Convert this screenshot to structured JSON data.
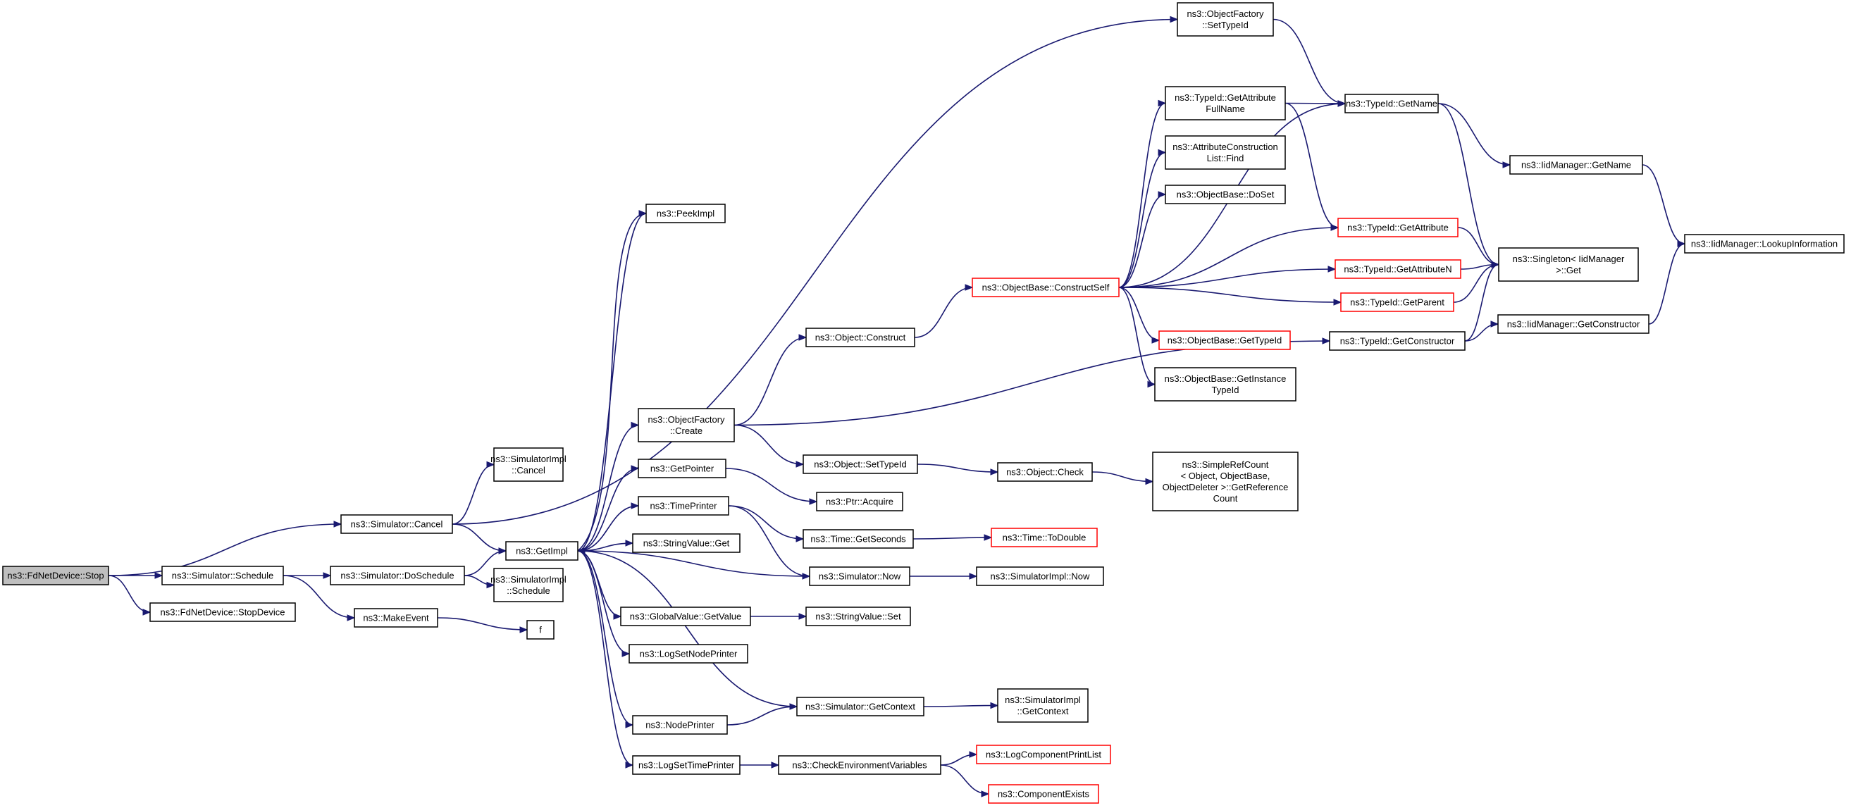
{
  "colors": {
    "edge": "#191970",
    "node_border": "#000000",
    "node_border_truncated": "#ff0000",
    "root_fill": "#bfbfbf"
  },
  "nodes": {
    "stop": {
      "lines": [
        "ns3::FdNetDevice::Stop"
      ],
      "style": "root"
    },
    "schedule": {
      "lines": [
        "ns3::Simulator::Schedule"
      ]
    },
    "stopdevice": {
      "lines": [
        "ns3::FdNetDevice::StopDevice"
      ]
    },
    "simcancel": {
      "lines": [
        "ns3::Simulator::Cancel"
      ]
    },
    "implcancel": {
      "lines": [
        "ns3::SimulatorImpl",
        "::Cancel"
      ]
    },
    "doschedule": {
      "lines": [
        "ns3::Simulator::DoSchedule"
      ]
    },
    "makeevent": {
      "lines": [
        "ns3::MakeEvent"
      ]
    },
    "implschedule": {
      "lines": [
        "ns3::SimulatorImpl",
        "::Schedule"
      ]
    },
    "f": {
      "lines": [
        "f"
      ]
    },
    "getimpl": {
      "lines": [
        "ns3::GetImpl"
      ]
    },
    "peekimpl": {
      "lines": [
        "ns3::PeekImpl"
      ]
    },
    "ofcreate": {
      "lines": [
        "ns3::ObjectFactory",
        "::Create"
      ]
    },
    "getpointer": {
      "lines": [
        "ns3::GetPointer"
      ]
    },
    "timeprinter": {
      "lines": [
        "ns3::TimePrinter"
      ]
    },
    "svget": {
      "lines": [
        "ns3::StringValue::Get"
      ]
    },
    "gvgetvalue": {
      "lines": [
        "ns3::GlobalValue::GetValue"
      ]
    },
    "logsetnode": {
      "lines": [
        "ns3::LogSetNodePrinter"
      ]
    },
    "nodeprinter": {
      "lines": [
        "ns3::NodePrinter"
      ]
    },
    "logsettime": {
      "lines": [
        "ns3::LogSetTimePrinter"
      ]
    },
    "objconstruct": {
      "lines": [
        "ns3::Object::Construct"
      ]
    },
    "objsettypeid": {
      "lines": [
        "ns3::Object::SetTypeId"
      ]
    },
    "ptracquire": {
      "lines": [
        "ns3::Ptr::Acquire"
      ]
    },
    "timegetseconds": {
      "lines": [
        "ns3::Time::GetSeconds"
      ]
    },
    "simnow": {
      "lines": [
        "ns3::Simulator::Now"
      ]
    },
    "svset": {
      "lines": [
        "ns3::StringValue::Set"
      ]
    },
    "simgetcontext": {
      "lines": [
        "ns3::Simulator::GetContext"
      ]
    },
    "checkenv": {
      "lines": [
        "ns3::CheckEnvironmentVariables"
      ]
    },
    "objcheck": {
      "lines": [
        "ns3::Object::Check"
      ]
    },
    "timetodouble": {
      "lines": [
        "ns3::Time::ToDouble"
      ],
      "style": "red"
    },
    "implnow": {
      "lines": [
        "ns3::SimulatorImpl::Now"
      ]
    },
    "implgetcontext": {
      "lines": [
        "ns3::SimulatorImpl",
        "::GetContext"
      ]
    },
    "logcomplist": {
      "lines": [
        "ns3::LogComponentPrintList"
      ],
      "style": "red"
    },
    "compexists": {
      "lines": [
        "ns3::ComponentExists"
      ],
      "style": "red"
    },
    "refcount": {
      "lines": [
        "ns3::SimpleRefCount",
        "< Object, ObjectBase,",
        "ObjectDeleter >::GetReference",
        "Count"
      ]
    },
    "constructself": {
      "lines": [
        "ns3::ObjectBase::ConstructSelf"
      ],
      "style": "red"
    },
    "objbasegettypeid": {
      "lines": [
        "ns3::ObjectBase::GetTypeId"
      ],
      "style": "red"
    },
    "getinstancetypeid": {
      "lines": [
        "ns3::ObjectBase::GetInstance",
        "TypeId"
      ]
    },
    "ofsettypeid": {
      "lines": [
        "ns3::ObjectFactory",
        "::SetTypeId"
      ]
    },
    "getattrfullname": {
      "lines": [
        "ns3::TypeId::GetAttribute",
        "FullName"
      ]
    },
    "attrconstfind": {
      "lines": [
        "ns3::AttributeConstruction",
        "List::Find"
      ]
    },
    "objbasedoset": {
      "lines": [
        "ns3::ObjectBase::DoSet"
      ]
    },
    "typeidgetattr": {
      "lines": [
        "ns3::TypeId::GetAttribute"
      ],
      "style": "red"
    },
    "typeidgetattrn": {
      "lines": [
        "ns3::TypeId::GetAttributeN"
      ],
      "style": "red"
    },
    "typeidgetparent": {
      "lines": [
        "ns3::TypeId::GetParent"
      ],
      "style": "red"
    },
    "typeidgetconstructor": {
      "lines": [
        "ns3::TypeId::GetConstructor"
      ]
    },
    "typeidgetname": {
      "lines": [
        "ns3::TypeId::GetName"
      ]
    },
    "iidgetname": {
      "lines": [
        "ns3::IidManager::GetName"
      ]
    },
    "singletonget": {
      "lines": [
        "ns3::Singleton< IidManager",
        ">::Get"
      ]
    },
    "iidgetconstructor": {
      "lines": [
        "ns3::IidManager::GetConstructor"
      ]
    },
    "iidlookup": {
      "lines": [
        "ns3::IidManager::LookupInformation"
      ]
    }
  }
}
